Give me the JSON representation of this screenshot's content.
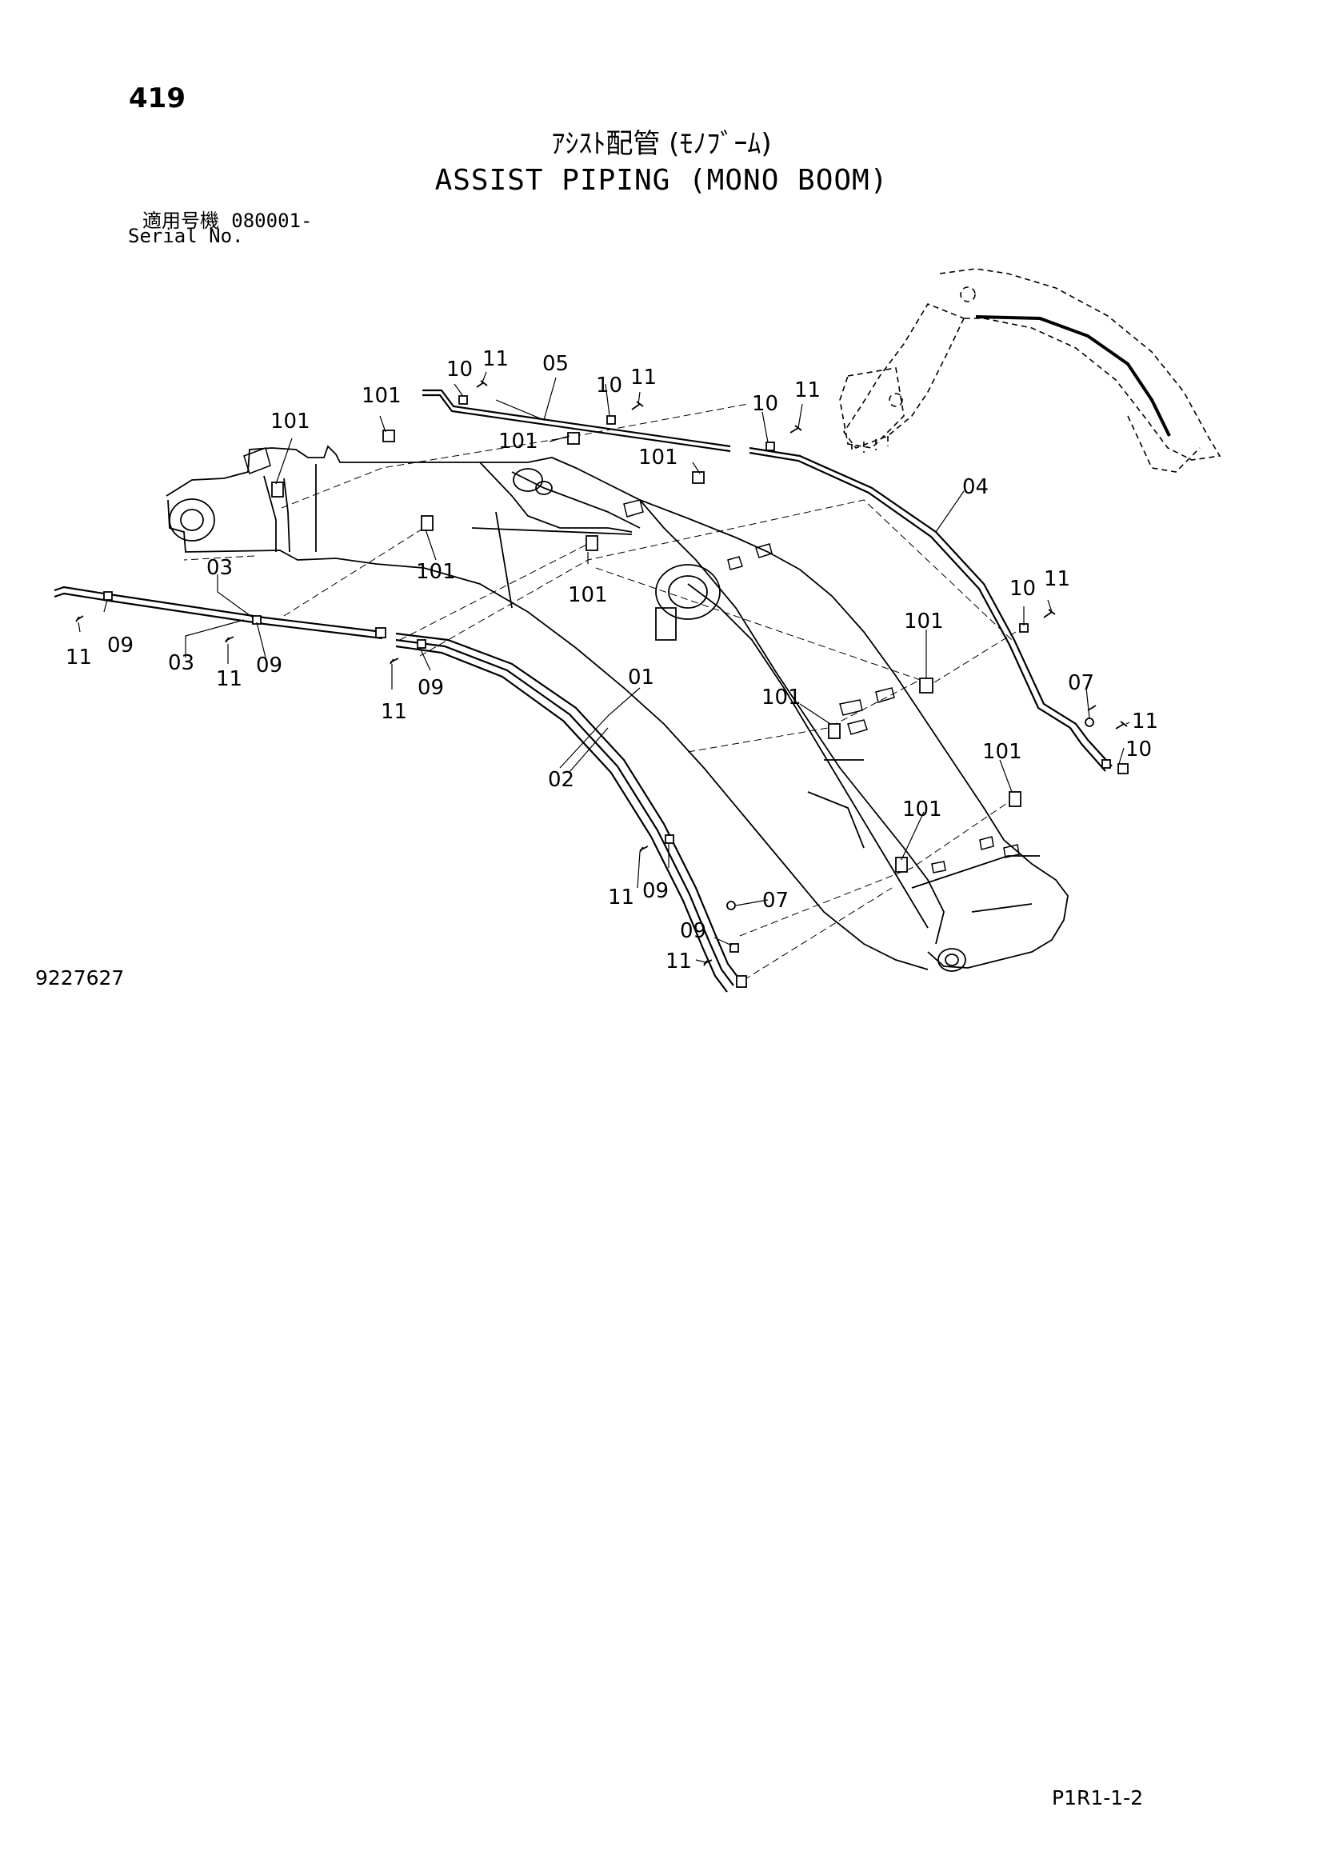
{
  "header": {
    "page_number": "419",
    "title_jp": "ｱｼｽﾄ配管 (ﾓﾉﾌﾞｰﾑ)",
    "title_en": "ASSIST PIPING (MONO BOOM)",
    "serial_label_jp": "適用号機",
    "serial_value": "080001-",
    "serial_label_en": "Serial No."
  },
  "diagram": {
    "callouts": {
      "c101a": "101",
      "c101b": "101",
      "c101c": "101",
      "c101d": "101",
      "c101e": "101",
      "c101f": "101",
      "c101g": "101",
      "c101h": "101",
      "c101i": "101",
      "c101j": "101",
      "c10a": "10",
      "c11a": "11",
      "c05": "05",
      "c10b": "10",
      "c11b": "11",
      "c10c": "10",
      "c11c": "11",
      "c04": "04",
      "c10d": "10",
      "c11d": "11",
      "c07a": "07",
      "c11e": "11",
      "c10e": "10",
      "c03a": "03",
      "c11f": "11",
      "c09a": "09",
      "c03b": "03",
      "c11g": "11",
      "c09b": "09",
      "c09c": "09",
      "c11h": "11",
      "c01": "01",
      "c02": "02",
      "c11i": "11",
      "c09d": "09",
      "c07b": "07",
      "c09e": "09",
      "c11j": "11"
    }
  },
  "footer": {
    "drawing_number": "9227627",
    "page_code": "P1R1-1-2"
  }
}
